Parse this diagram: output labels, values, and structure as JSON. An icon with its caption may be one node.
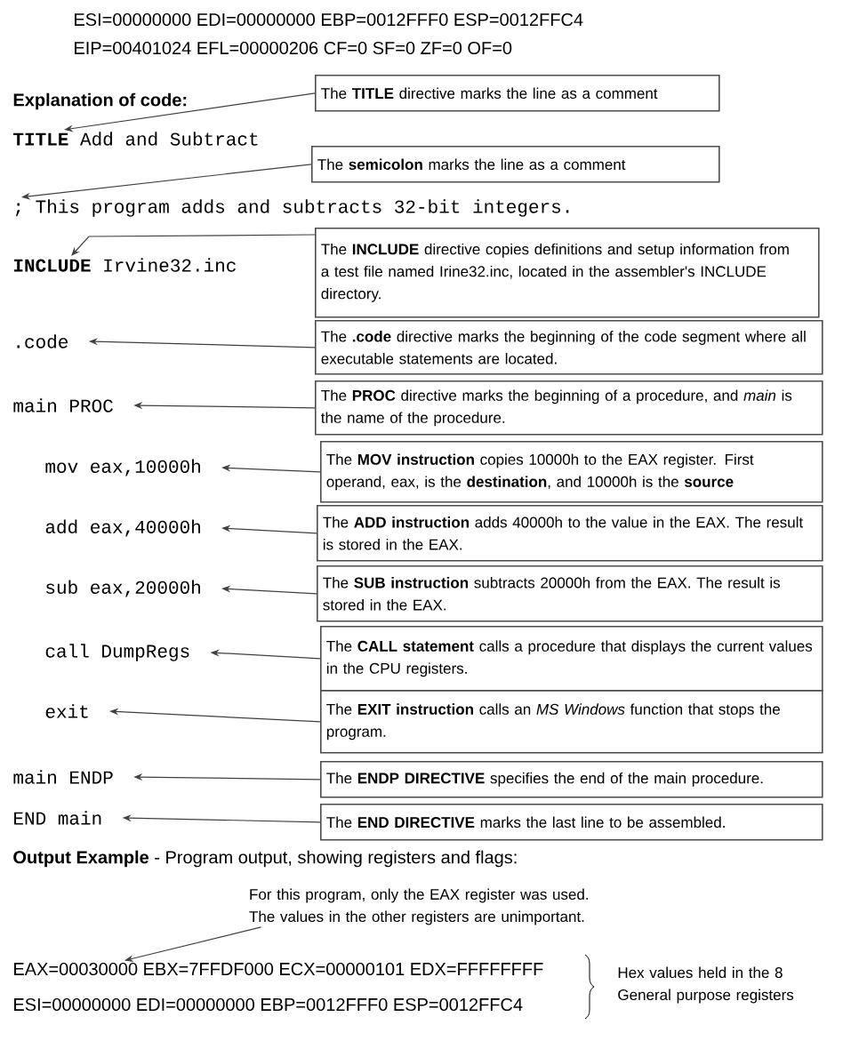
{
  "diagram": {
    "nodes": [
      {
        "text": [
          "The **TITLE** directive marks the line as a comment"
        ]
      },
      {
        "text": [
          "**TITLE** Add and Subtract"
        ]
      },
      {
        "text": [
          "The **semicolon** marks the line as a comment"
        ]
      },
      {
        "text": [
          "; This program adds and subtracts 32-bit integers."
        ]
      },
      {
        "text": [
          "The **INCLUDE** directive copies definitions and setup information from a test file named Irine32.inc, located in the assembler's INCLUDE directory."
        ]
      },
      {
        "text": [
          "**INCLUDE** Irvine32.inc"
        ]
      },
      {
        "text": [
          ".code"
        ]
      },
      {
        "text": [
          "The **.code** directive marks the beginning of the code segment where all executable statements are located."
        ]
      },
      {
        "text": [
          "main PROC"
        ]
      },
      {
        "text": [
          "The **PROC** directive marks the beginning of a procedure, and *main* is the name of the procedure."
        ]
      },
      {
        "text": [
          "mov eax,10000h"
        ]
      },
      {
        "text": [
          "The **MOV instruction** copies 10000h to the EAX register. First operand, eax, is the **destination**, and 10000h is the **source**"
        ]
      },
      {
        "text": [
          "add eax,40000h"
        ]
      },
      {
        "text": [
          "The **ADD instruction** adds 40000h to the value in the EAX. The result is stored in the EAX."
        ]
      },
      {
        "text": [
          "sub eax,20000h"
        ]
      },
      {
        "text": [
          "The **SUB instruction** subtracts 20000h from the EAX. The result is stored in the EAX."
        ]
      },
      {
        "text": [
          "call DumpRegs"
        ]
      },
      {
        "text": [
          "The **CALL statement** calls a procedure that displays the current values in the CPU registers."
        ]
      },
      {
        "text": [
          "exit"
        ]
      },
      {
        "text": [
          "The **EXIT instruction** calls an *MS Windows* function that stops the program."
        ]
      },
      {
        "text": [
          "main ENDP"
        ]
      },
      {
        "text": [
          "The **ENDP DIRECTIVE** specifies the end of the main procedure."
        ]
      },
      {
        "text": [
          "END main"
        ]
      },
      {
        "text": [
          "The **END DIRECTIVE** marks the last line to be assembled."
        ]
      },
      {
        "text": [
          "For this program, only the EAX register was used. The values in the other registers are unimportant."
        ]
      },
      {
        "text": [
          "EAX=00030000  EBX=7FFDF000  ECX=00000101  EDX=FFFFFFFF"
        ]
      }
    ],
    "edges": [
      {
        "from": 0,
        "to": 1,
        "arrow": "to"
      },
      {
        "from": 2,
        "to": 3,
        "arrow": "to"
      },
      {
        "from": 4,
        "to": 5,
        "arrow": "to"
      },
      {
        "from": 7,
        "to": 6,
        "arrow": "to"
      },
      {
        "from": 9,
        "to": 8,
        "arrow": "to"
      },
      {
        "from": 11,
        "to": 10,
        "arrow": "to"
      },
      {
        "from": 13,
        "to": 12,
        "arrow": "to"
      },
      {
        "from": 15,
        "to": 14,
        "arrow": "to"
      },
      {
        "from": 17,
        "to": 16,
        "arrow": "to"
      },
      {
        "from": 19,
        "to": 18,
        "arrow": "to"
      },
      {
        "from": 21,
        "to": 20,
        "arrow": "to"
      },
      {
        "from": 23,
        "to": 22,
        "arrow": "to"
      },
      {
        "from": 24,
        "to": 25,
        "arrow": "to"
      }
    ],
    "labels": [
      "ESI=00000000  EDI=00000000  EBP=0012FFF0  ESP=0012FFC4",
      "EIP=00401024  EFL=00000206  CF=0  SF=0  ZF=0  OF=0",
      "Explanation of code:",
      "**Output Example** -  Program output, showing registers and flags:",
      "ESI=00000000  EDI=00000000  EBP=0012FFF0  ESP=0012FFC4",
      "Hex values held in the 8 General purpose registers"
    ]
  }
}
